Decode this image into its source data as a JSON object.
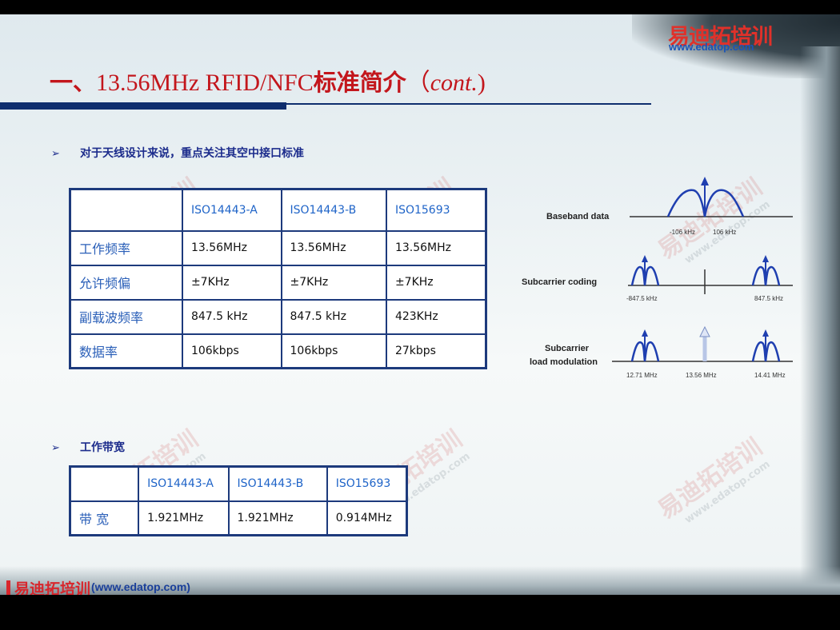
{
  "brand": {
    "logo_cn": "易迪拓培训",
    "logo_url": "www.edatop.com",
    "footer_cn": "易迪拓培训",
    "footer_url": "(www.edatop.com)"
  },
  "title": {
    "prefix": "一、",
    "main": "13.56MHz RFID/NFC",
    "cn": "标准简介",
    "paren_open": "（",
    "italic": "cont.",
    "paren_close": ")"
  },
  "section1": {
    "bullet": "➢",
    "text": "对于天线设计来说，重点关注其空中接口标准"
  },
  "table1": {
    "headers": [
      "",
      "ISO14443-A",
      "ISO14443-B",
      "ISO15693"
    ],
    "rows": [
      [
        "工作频率",
        "13.56MHz",
        "13.56MHz",
        "13.56MHz"
      ],
      [
        "允许频偏",
        "±7KHz",
        "±7KHz",
        "±7KHz"
      ],
      [
        "副载波频率",
        "847.5 kHz",
        "847.5 kHz",
        "423KHz"
      ],
      [
        "数据率",
        "106kbps",
        "106kbps",
        "27kbps"
      ]
    ]
  },
  "section2": {
    "bullet": "➢",
    "text": "工作带宽"
  },
  "table2": {
    "headers": [
      "",
      "ISO14443-A",
      "ISO14443-B",
      "ISO15693"
    ],
    "rows": [
      [
        "带 宽",
        "1.921MHz",
        "1.921MHz",
        "0.914MHz"
      ]
    ]
  },
  "diagram": {
    "baseband_label": "Baseband data",
    "baseband_ticks": [
      "-106 kHz",
      "106 kHz"
    ],
    "subcarrier_label": "Subcarrier  coding",
    "subcarrier_ticks": [
      "-847.5 kHz",
      "847.5 kHz"
    ],
    "load_label_1": "Subcarrier",
    "load_label_2": "load modulation",
    "load_ticks": [
      "12.71 MHz",
      "13.56 MHz",
      "14.41 MHz"
    ]
  },
  "watermark": {
    "cn": "易迪拓培训",
    "url": "www.edatop.com"
  }
}
